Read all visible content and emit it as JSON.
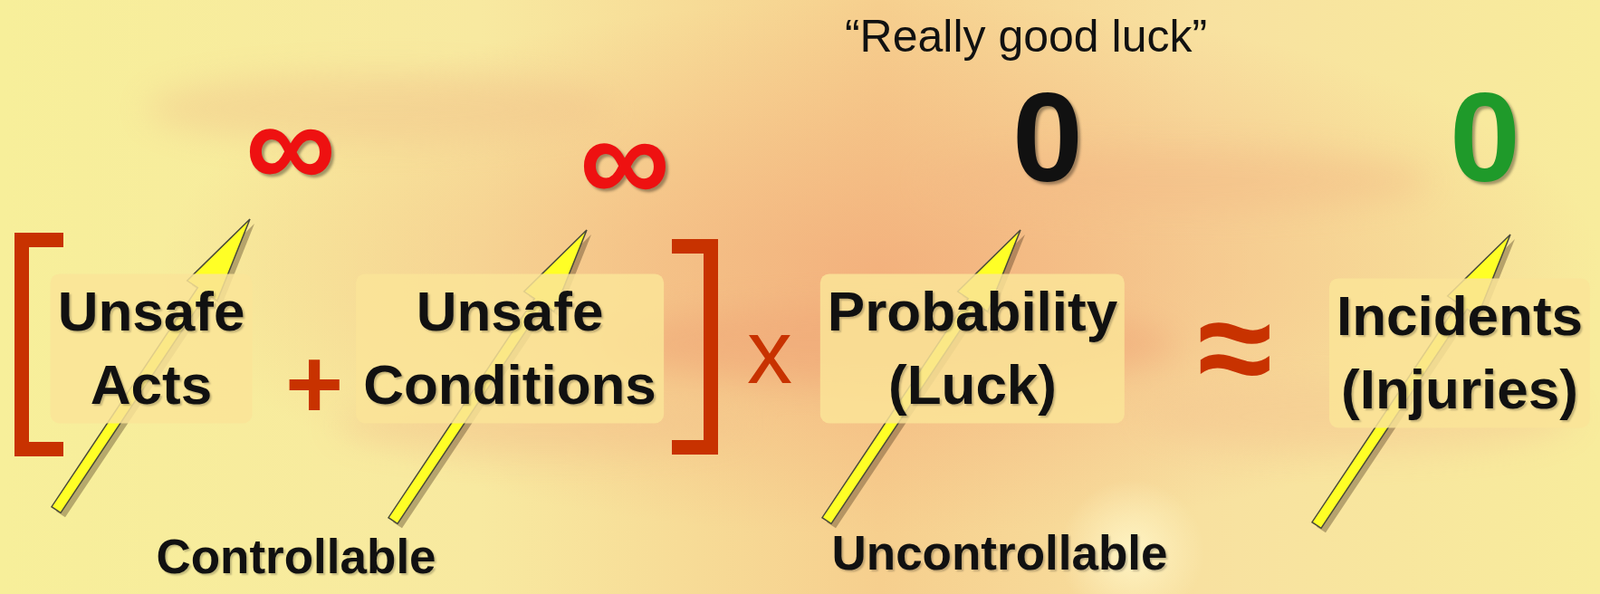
{
  "diagram": {
    "labels": [
      "“Really good luck”",
      "∞",
      "∞",
      "0",
      "0",
      "Unsafe Acts",
      "+",
      "Unsafe Conditions",
      "x",
      "Probability (Luck)",
      "≈",
      "Incidents (Injuries)",
      "Controllable",
      "Uncontrollable"
    ]
  }
}
